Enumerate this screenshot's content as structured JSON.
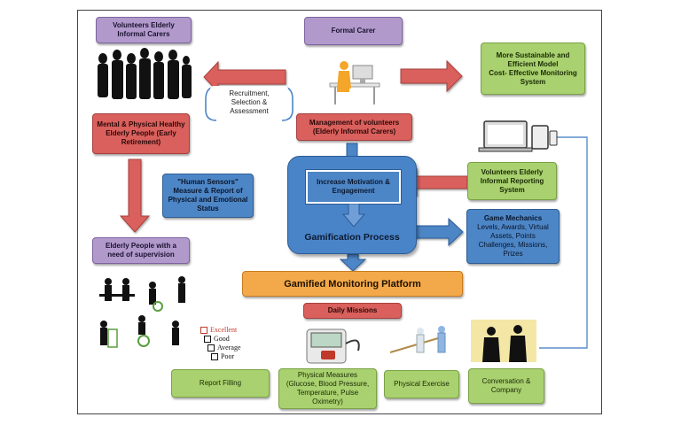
{
  "nodes": {
    "volunteers_elderly": "Volunteers Elderly Informal Carers",
    "formal_carer": "Formal Carer",
    "sustainable_model": "More Sustainable and Efficient Model\nCost- Effective Monitoring System",
    "recruitment": "Recruitment, Selection & Assessment",
    "mental_physical": "Mental & Physical Healthy Elderly People (Early Retirement)",
    "management": "Management of volunteers (Elderly Informal Carers)",
    "human_sensors": "\"Human Sensors\" Measure & Report of Physical and Emotional Status",
    "increase_motivation": "Increase Motivation & Engagement",
    "gamification_process": "Gamification Process",
    "reporting_system": "Volunteers Elderly Informal Reporting System",
    "game_mechanics_title": "Game Mechanics",
    "game_mechanics_body": "Levels, Awards, Virtual Assets, Points Challenges, Missions, Prizes",
    "elderly_supervision": "Elderly People with a need of supervision",
    "platform": "Gamified Monitoring Platform",
    "daily_missions": "Daily Missions",
    "report_filling": "Report Filling",
    "physical_measures": "Physical Measures (Glucose, Blood Pressure, Temperature, Pulse Oximetry)",
    "physical_exercise": "Physical Exercise",
    "conversation": "Conversation & Company"
  },
  "checklist": [
    "Excellent",
    "Good",
    "Average",
    "Poor"
  ],
  "colors": {
    "purple": "#b19acb",
    "red": "#d9605c",
    "green": "#a9d16f",
    "blue": "#4d86c6",
    "orange": "#f3a94a"
  }
}
